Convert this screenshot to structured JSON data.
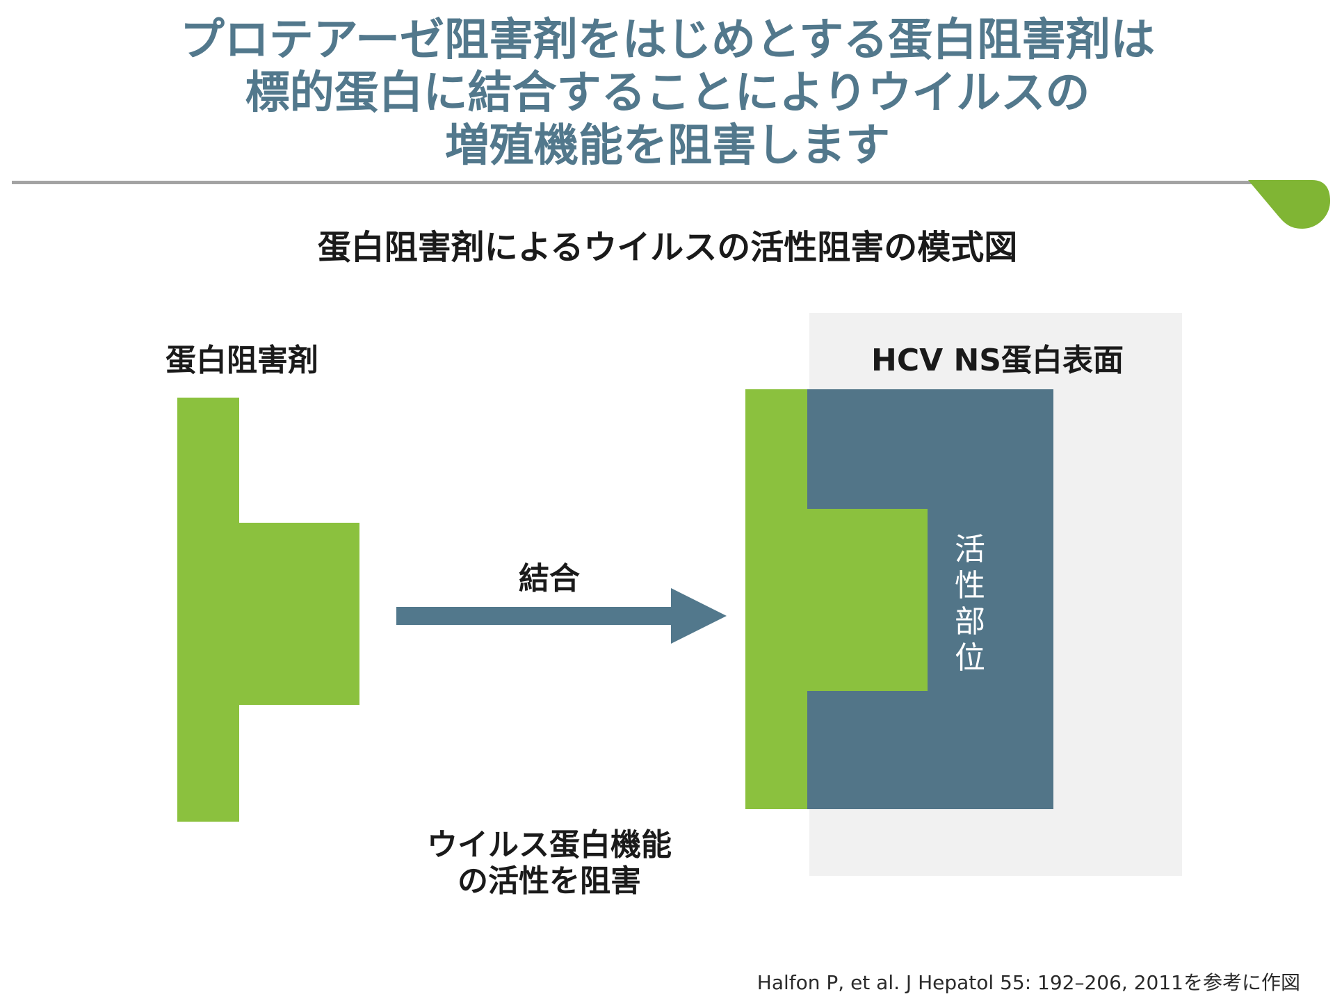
{
  "title": {
    "line1": "プロテアーゼ阻害剤をはじめとする蛋白阻害剤は",
    "line2": "標的蛋白に結合することによりウイルスの",
    "line3": "増殖機能を阻害します"
  },
  "subtitle": "蛋白阻害剤によるウイルスの活性阻害の模式図",
  "inhibitor_label": "蛋白阻害剤",
  "surface_label": "HCV NS蛋白表面",
  "binding_label": "結合",
  "active_site": [
    "活",
    "性",
    "部",
    "位"
  ],
  "caption": {
    "line1": "ウイルス蛋白機能",
    "line2": "の活性を阻害"
  },
  "citation": "Halfon P, et al. J Hepatol 55: 192–206, 2011を参考に作図",
  "colors": {
    "title": "#52788c",
    "inhibitor_green": "#8bc13e",
    "protein_slate": "#527588",
    "arrow": "#52788c",
    "surface_bg": "#f1f1f1",
    "rule": "#a3a3a3",
    "leaf_green": "#80b534"
  }
}
